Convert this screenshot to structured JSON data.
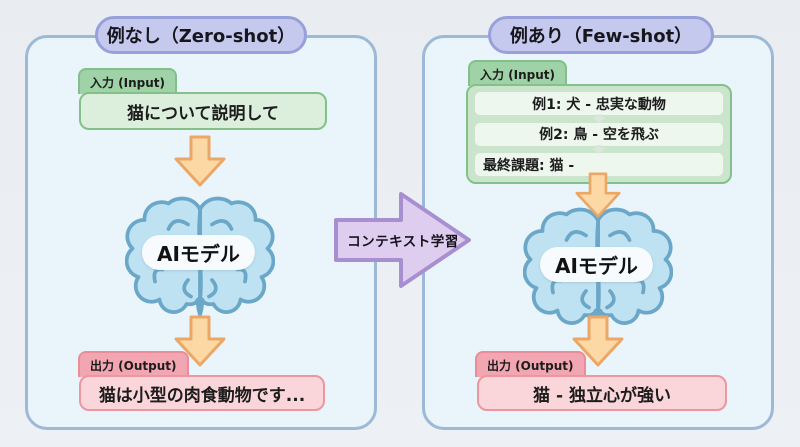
{
  "middle_arrow": {
    "label": "コンテキスト学習"
  },
  "panels": {
    "left": {
      "title": "例なし（Zero-shot）",
      "input_label": "入力 (Input)",
      "input_text": "猫について説明して",
      "model_label": "AIモデル",
      "output_label": "出力 (Output)",
      "output_text": "猫は小型の肉食動物です..."
    },
    "right": {
      "title": "例あり（Few-shot）",
      "input_label": "入力 (Input)",
      "input_rows": [
        "例1: 犬 - 忠実な動物",
        "例2: 鳥 - 空を飛ぶ",
        "最終課題: 猫 -"
      ],
      "model_label": "AIモデル",
      "output_label": "出力 (Output)",
      "output_text": "猫 - 独立心が強い"
    }
  },
  "colors": {
    "page_bg": "#e9edf2",
    "panel_bg": "#eaf4fb",
    "panel_border": "#9db9d6",
    "title_fill": "#c5c9ee",
    "title_border": "#98a0da",
    "green_fill": "#dcefdd",
    "green_border": "#84c18a",
    "pink_fill": "#fad5da",
    "pink_border": "#ec96a0",
    "orange_fill": "#fbd8a4",
    "orange_border": "#eca767",
    "purple_fill": "#decdef",
    "purple_border": "#a78fd0",
    "brain_fill": "#bfe2f2",
    "brain_stroke": "#6ba7c8"
  }
}
